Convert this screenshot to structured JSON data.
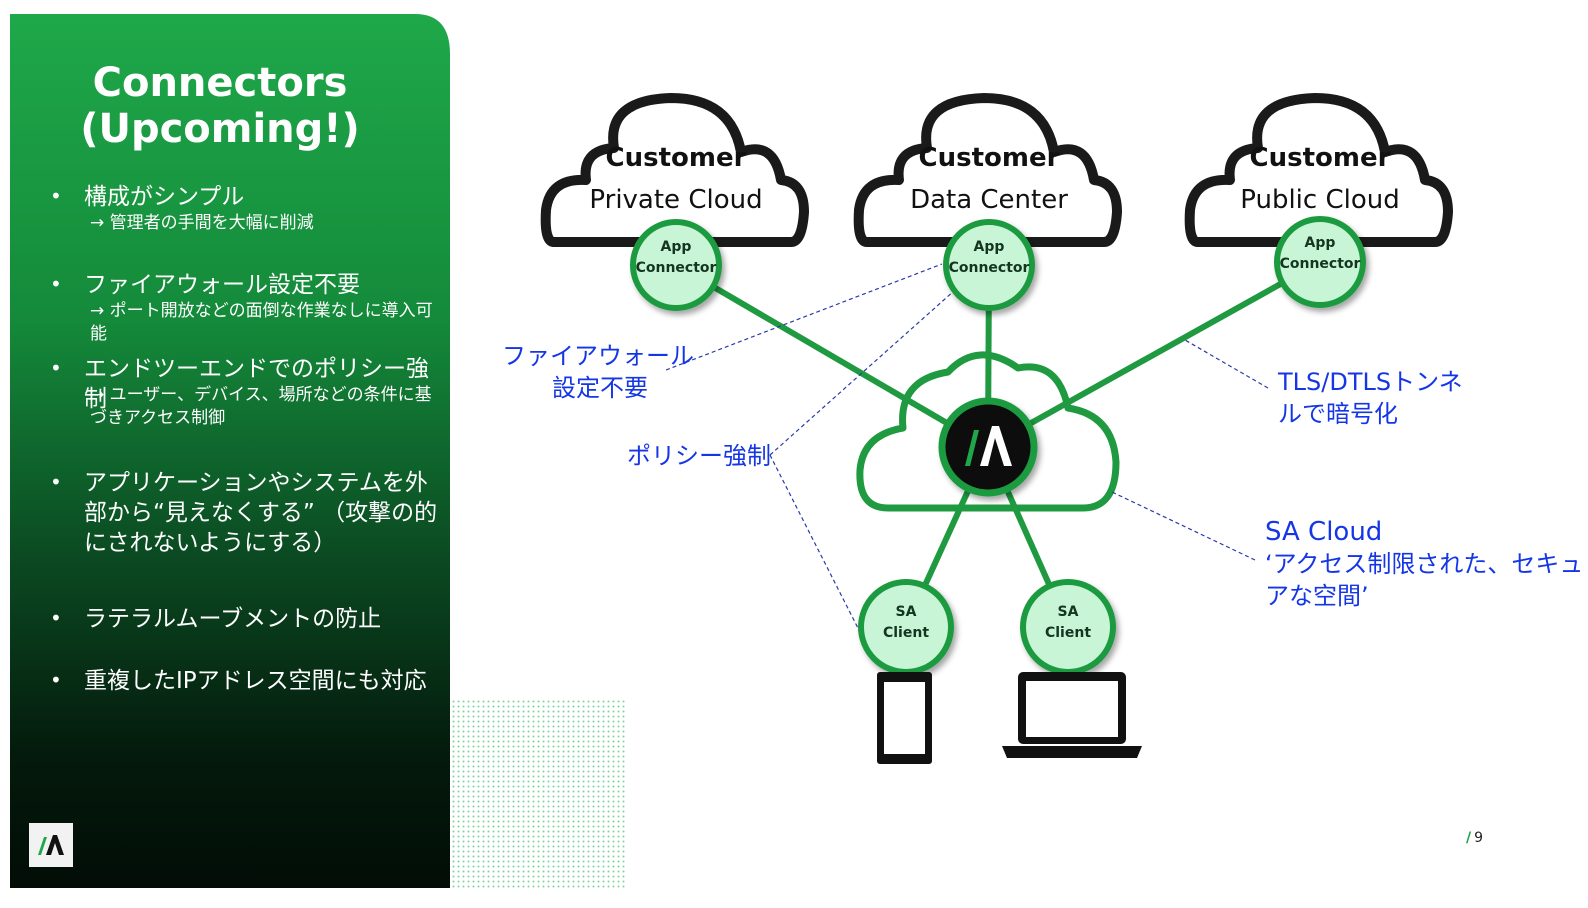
{
  "sidebar": {
    "title": [
      "Connectors",
      "(Upcoming!)"
    ],
    "bullets": [
      {
        "text": "構成がシンプル",
        "sub": "→ 管理者の手間を大幅に削減"
      },
      {
        "text": "ファイアウォール設定不要",
        "sub": "→ ポート開放などの面倒な作業なしに導入可能"
      },
      {
        "text": "エンドツーエンドでのポリシー強制",
        "sub": "→ ユーザー、デバイス、場所などの条件に基づきアクセス制御"
      },
      {
        "text": "アプリケーションやシステムを外部から“見えなくする” （攻撃の的にされないようにする）",
        "sub": ""
      },
      {
        "text": "ラテラルムーブメントの防止",
        "sub": ""
      },
      {
        "text": "重複したIPアドレス空間にも対応",
        "sub": ""
      }
    ]
  },
  "diagram": {
    "clouds": [
      {
        "title": "Customer",
        "subtitle": "Private Cloud"
      },
      {
        "title": "Customer",
        "subtitle": "Data Center"
      },
      {
        "title": "Customer",
        "subtitle": "Public Cloud"
      }
    ],
    "connectors": [
      {
        "line1": "App",
        "line2": "Connector"
      },
      {
        "line1": "App",
        "line2": "Connector"
      },
      {
        "line1": "App",
        "line2": "Connector"
      }
    ],
    "clients": [
      {
        "line1": "SA",
        "line2": "Client"
      },
      {
        "line1": "SA",
        "line2": "Client"
      }
    ],
    "annotations": {
      "firewall": [
        "ファイアウォール",
        "設定不要"
      ],
      "policy": "ポリシー強制",
      "tls": [
        "TLS/DTLSトンネ",
        "ルで暗号化"
      ],
      "sa_cloud": [
        "SA Cloud",
        "‘アクセス制限された、セキュ",
        "アな空間’"
      ]
    }
  },
  "page_number": "9",
  "colors": {
    "green_dark": "#0b3d1f",
    "green": "#1fa84a",
    "node_fill": "#c8f5d6",
    "line": "#1f9a41",
    "annotation": "#1536e6"
  }
}
